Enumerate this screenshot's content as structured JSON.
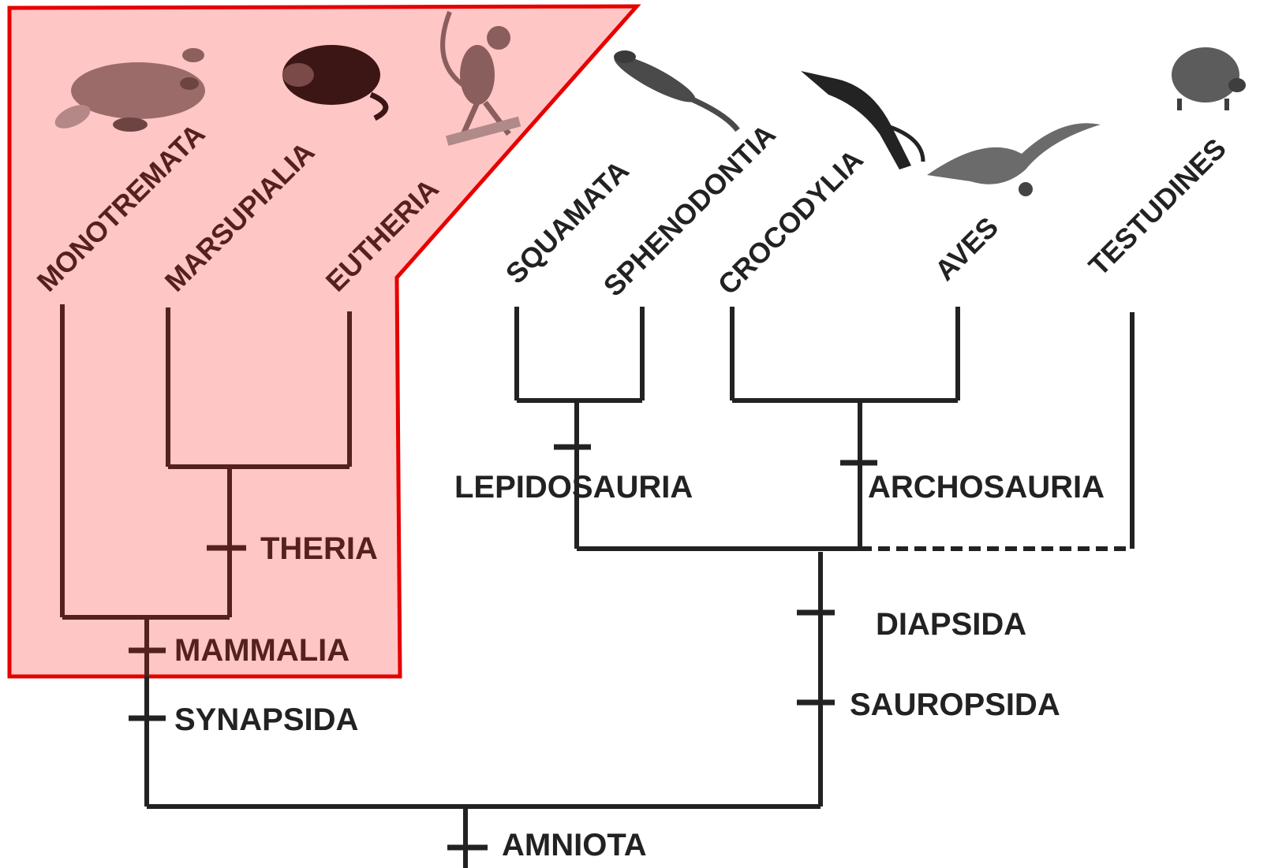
{
  "highlight": {
    "fill": "#ffc6c6",
    "stroke": "#e60000"
  },
  "colors": {
    "main": "#222222",
    "mammal": "#55211d"
  },
  "taxa": {
    "monotremata": "MONOTREMATA",
    "marsupialia": "MARSUPIALIA",
    "eutheria": "EUTHERIA",
    "squamata": "SQUAMATA",
    "sphenodontia": "SPHENODONTIA",
    "crocodylia": "CROCODYLIA",
    "aves": "AVES",
    "testudines": "TESTUDINES"
  },
  "clades": {
    "theria": "THERIA",
    "mammalia": "MAMMALIA",
    "synapsida": "SYNAPSIDA",
    "lepidosauria": "LEPIDOSAURIA",
    "archosauria": "ARCHOSAURIA",
    "diapsida": "DIAPSIDA",
    "sauropsida": "SAUROPSIDA",
    "amniota": "AMNIOTA"
  },
  "illustrations": [
    "platypus-icon",
    "opossum-icon",
    "monkey-icon",
    "lizard-icon",
    "tuatara-icon",
    "crocodile-icon",
    "vulture-icon",
    "tortoise-icon"
  ]
}
